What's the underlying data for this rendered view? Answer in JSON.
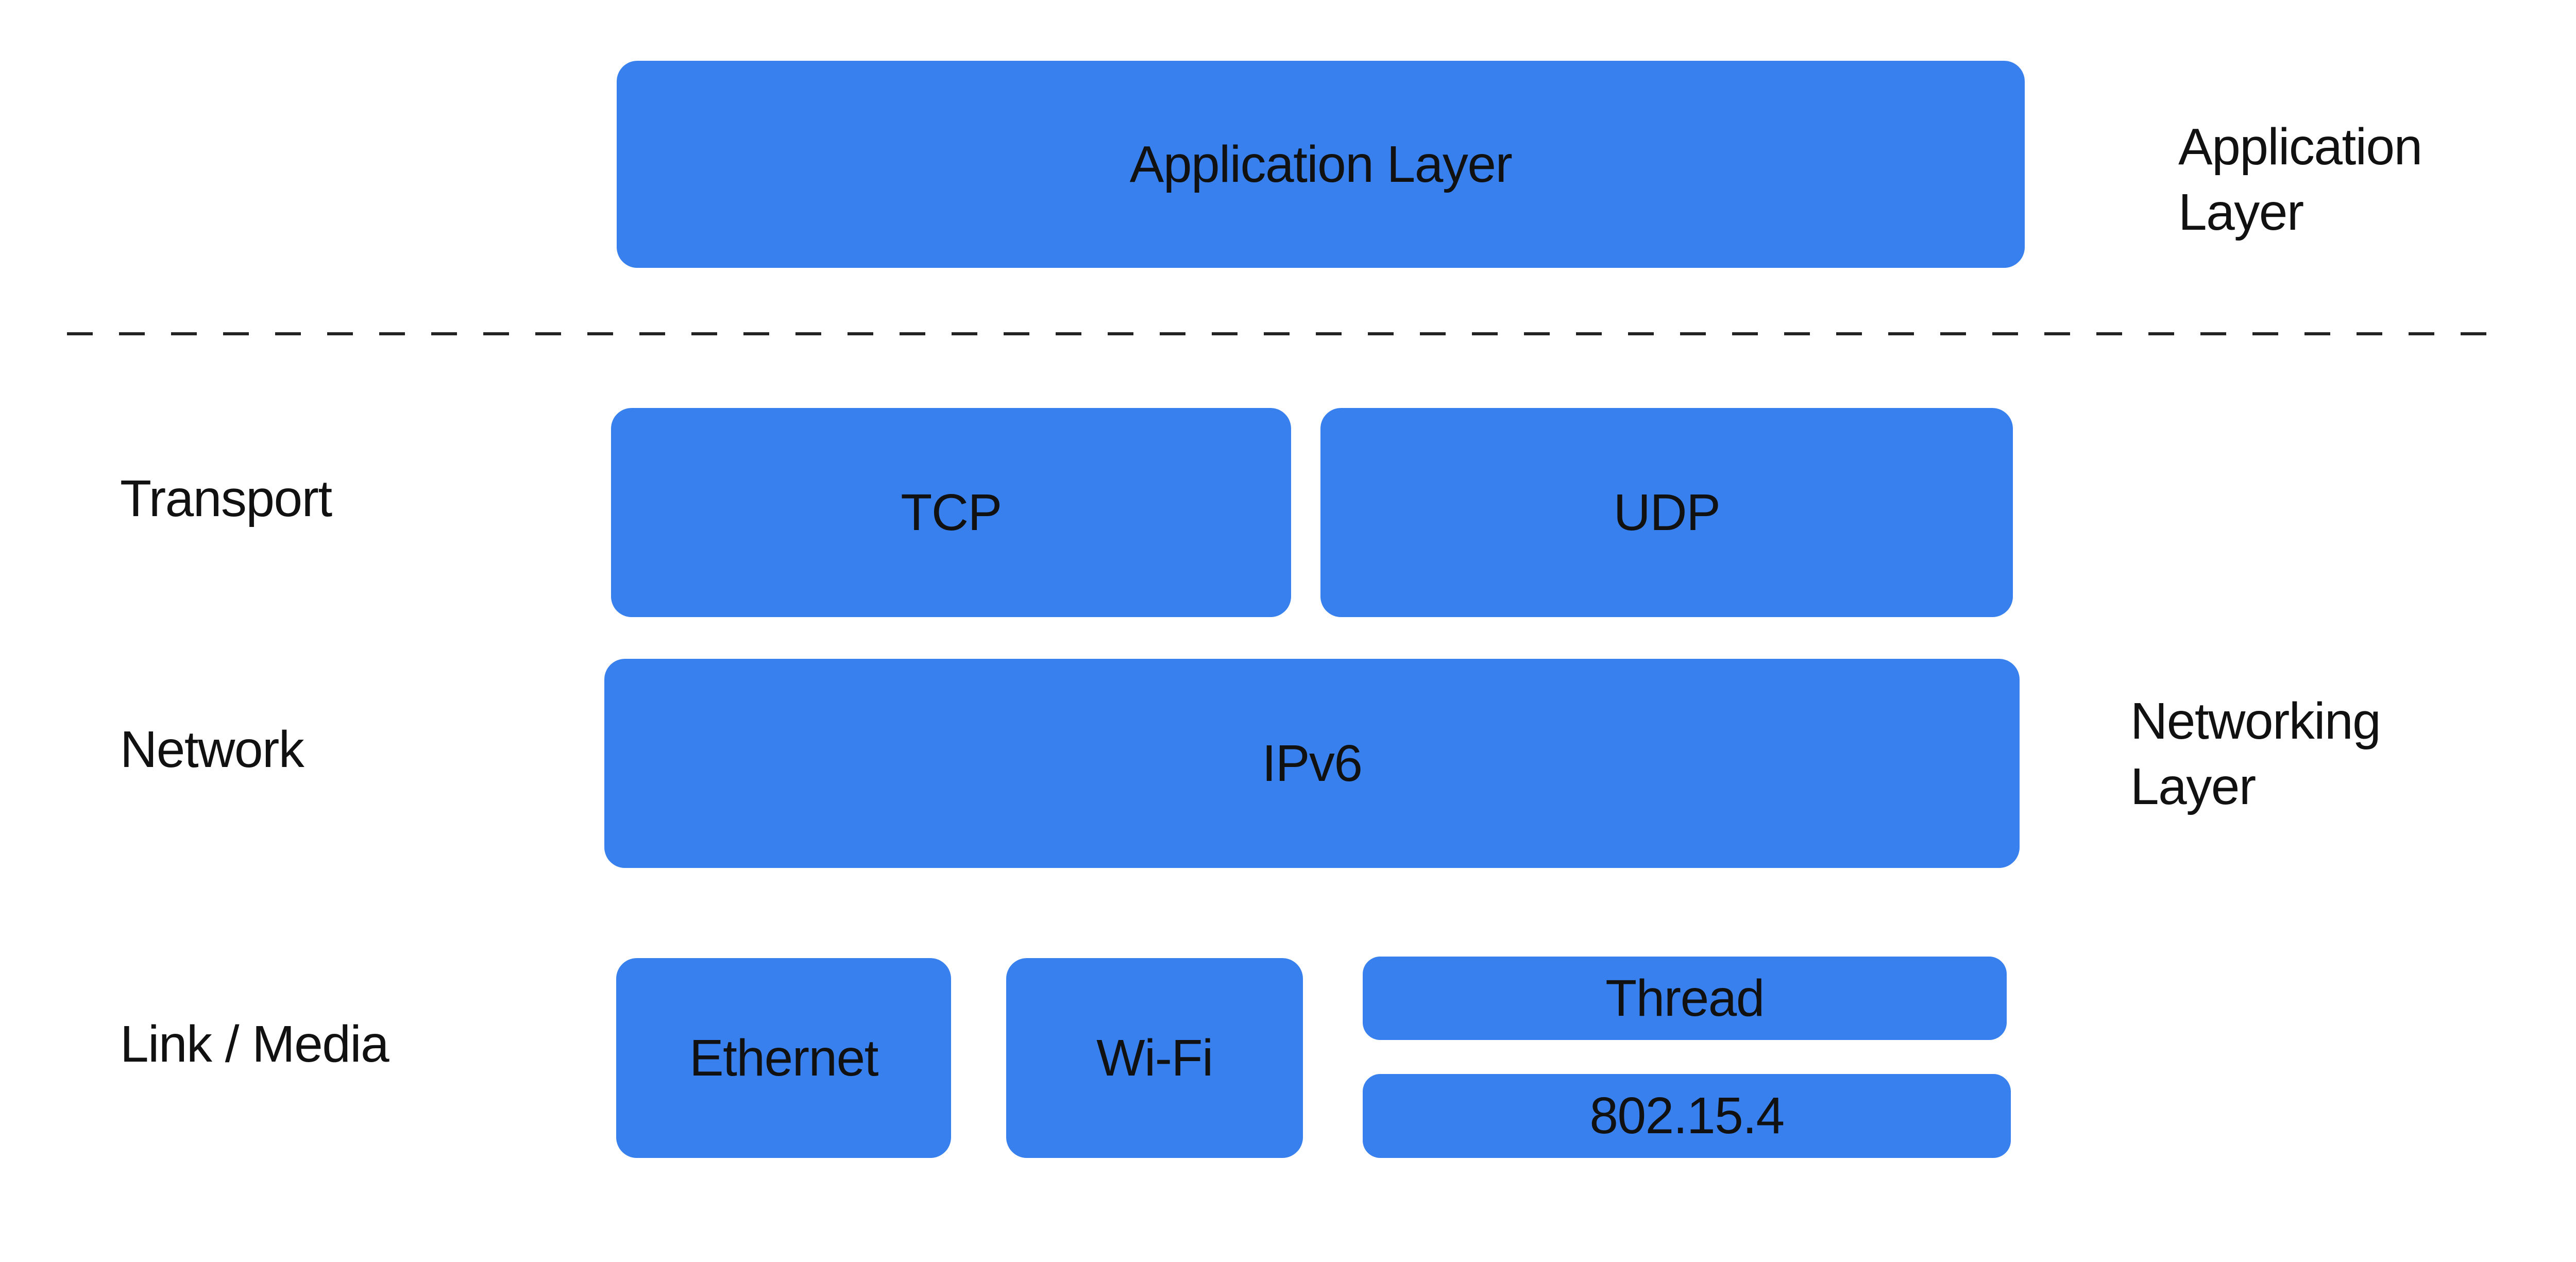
{
  "colors": {
    "node_fill": "#3780EE",
    "node_text": "#111111",
    "side_label_text": "#111111",
    "divider": "#232323",
    "background": "#FFFFFF"
  },
  "top_section": {
    "app_box_label": "Application Layer",
    "side_label": {
      "line1": "Application",
      "line2": "Layer"
    }
  },
  "rows": {
    "transport": {
      "label": "Transport",
      "tcp": "TCP",
      "udp": "UDP"
    },
    "network": {
      "label": "Network",
      "ipv6": "IPv6",
      "side_label": {
        "line1": "Networking",
        "line2": "Layer"
      }
    },
    "link": {
      "label": "Link / Media",
      "ethernet": "Ethernet",
      "wifi": "Wi-Fi",
      "thread": "Thread",
      "ieee802154": "802.15.4"
    }
  }
}
